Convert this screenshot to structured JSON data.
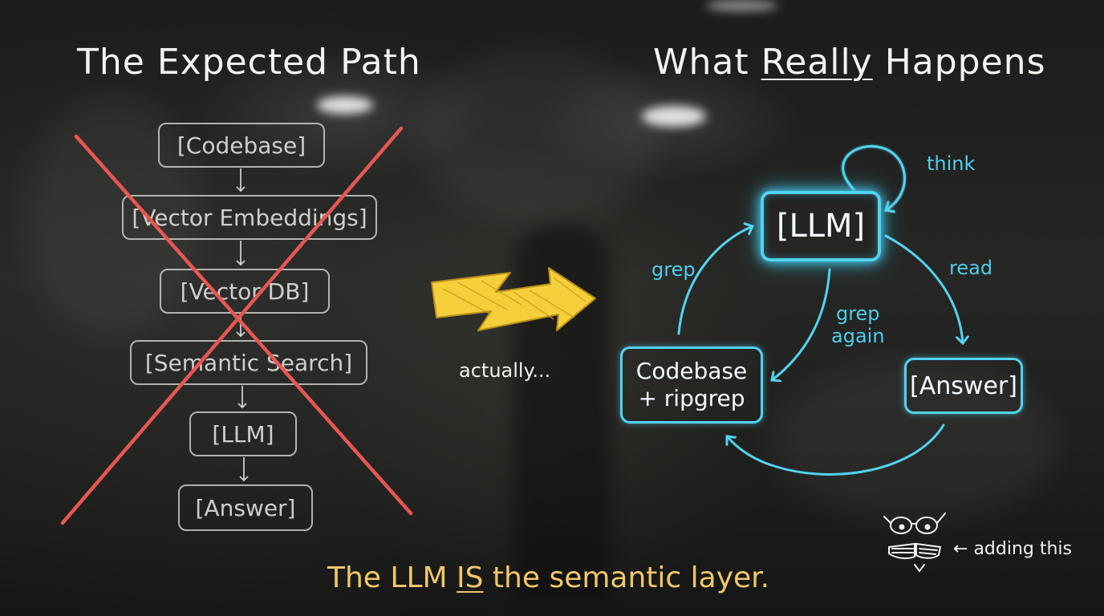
{
  "left": {
    "title": "The Expected Path",
    "boxes": [
      "[Codebase]",
      "[Vector Embeddings]",
      "[Vector DB]",
      "[Semantic Search]",
      "[LLM]",
      "[Answer]"
    ]
  },
  "right": {
    "title_pre": "What ",
    "title_underlined": "Really",
    "title_post": " Happens",
    "nodes": {
      "llm": "[LLM]",
      "codebase_line1": "Codebase",
      "codebase_line2": "+ ripgrep",
      "answer": "[Answer]"
    },
    "edges": {
      "think": "think",
      "grep": "grep",
      "read": "read",
      "grep_again_1": "grep",
      "grep_again_2": "again"
    }
  },
  "transition": {
    "label": "actually..."
  },
  "footer": {
    "pre": "The LLM ",
    "underlined": "IS",
    "post": " the semantic layer."
  },
  "annotation": {
    "text": "adding this"
  },
  "colors": {
    "cyan": "#52d3f0",
    "cross_red": "#e8574f",
    "lightning_yellow": "#f4cf3a",
    "footer_yellow": "#f0c86a",
    "chalk_white": "#e6e6e0"
  }
}
